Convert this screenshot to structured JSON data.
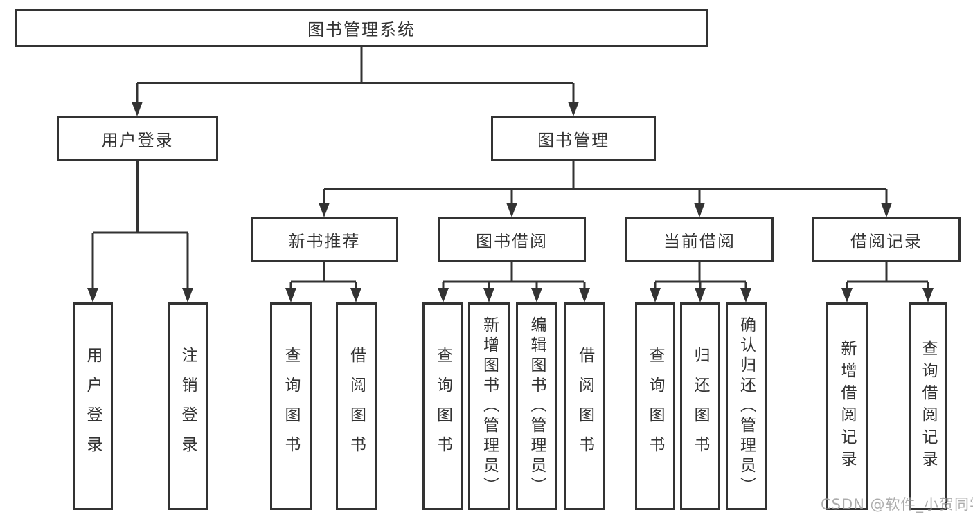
{
  "colors": {
    "line": "#333333",
    "box_border": "#333333",
    "box_background": "#ffffff",
    "text": "#333333",
    "watermark_text_color": "#9e9e9e"
  },
  "watermark": "CSDN @软件_小贺同学",
  "tree": {
    "label": "图书管理系统",
    "children": [
      {
        "label": "用户登录",
        "children": [
          {
            "label": "用户登录"
          },
          {
            "label": "注销登录"
          }
        ]
      },
      {
        "label": "图书管理",
        "children": [
          {
            "label": "新书推荐",
            "children": [
              {
                "label": "查询图书"
              },
              {
                "label": "借阅图书"
              }
            ]
          },
          {
            "label": "图书借阅",
            "children": [
              {
                "label": "查询图书"
              },
              {
                "label": "新增图书（管理员）"
              },
              {
                "label": "编辑图书（管理员）"
              },
              {
                "label": "借阅图书"
              }
            ]
          },
          {
            "label": "当前借阅",
            "children": [
              {
                "label": "查询图书"
              },
              {
                "label": "归还图书"
              },
              {
                "label": "确认归还（管理员）"
              }
            ]
          },
          {
            "label": "借阅记录",
            "children": [
              {
                "label": "新增借阅记录"
              },
              {
                "label": "查询借阅记录"
              }
            ]
          }
        ]
      }
    ]
  }
}
